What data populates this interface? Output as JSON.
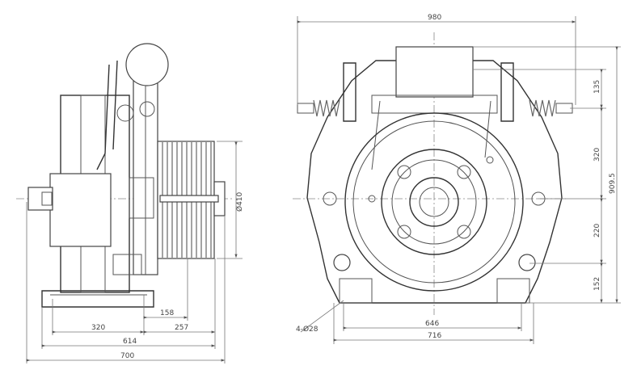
{
  "side_view": {
    "dimensions": {
      "sheave_diameter": "Ø410",
      "d158": "158",
      "d257": "257",
      "d320": "320",
      "d614": "614",
      "d700": "700"
    }
  },
  "front_view": {
    "dimensions": {
      "width_top": "980",
      "d135": "135",
      "d320": "320",
      "d220": "220",
      "d152": "152",
      "total_height": "909.5",
      "d646": "646",
      "d716": "716",
      "holes": "4-Ø28"
    }
  }
}
